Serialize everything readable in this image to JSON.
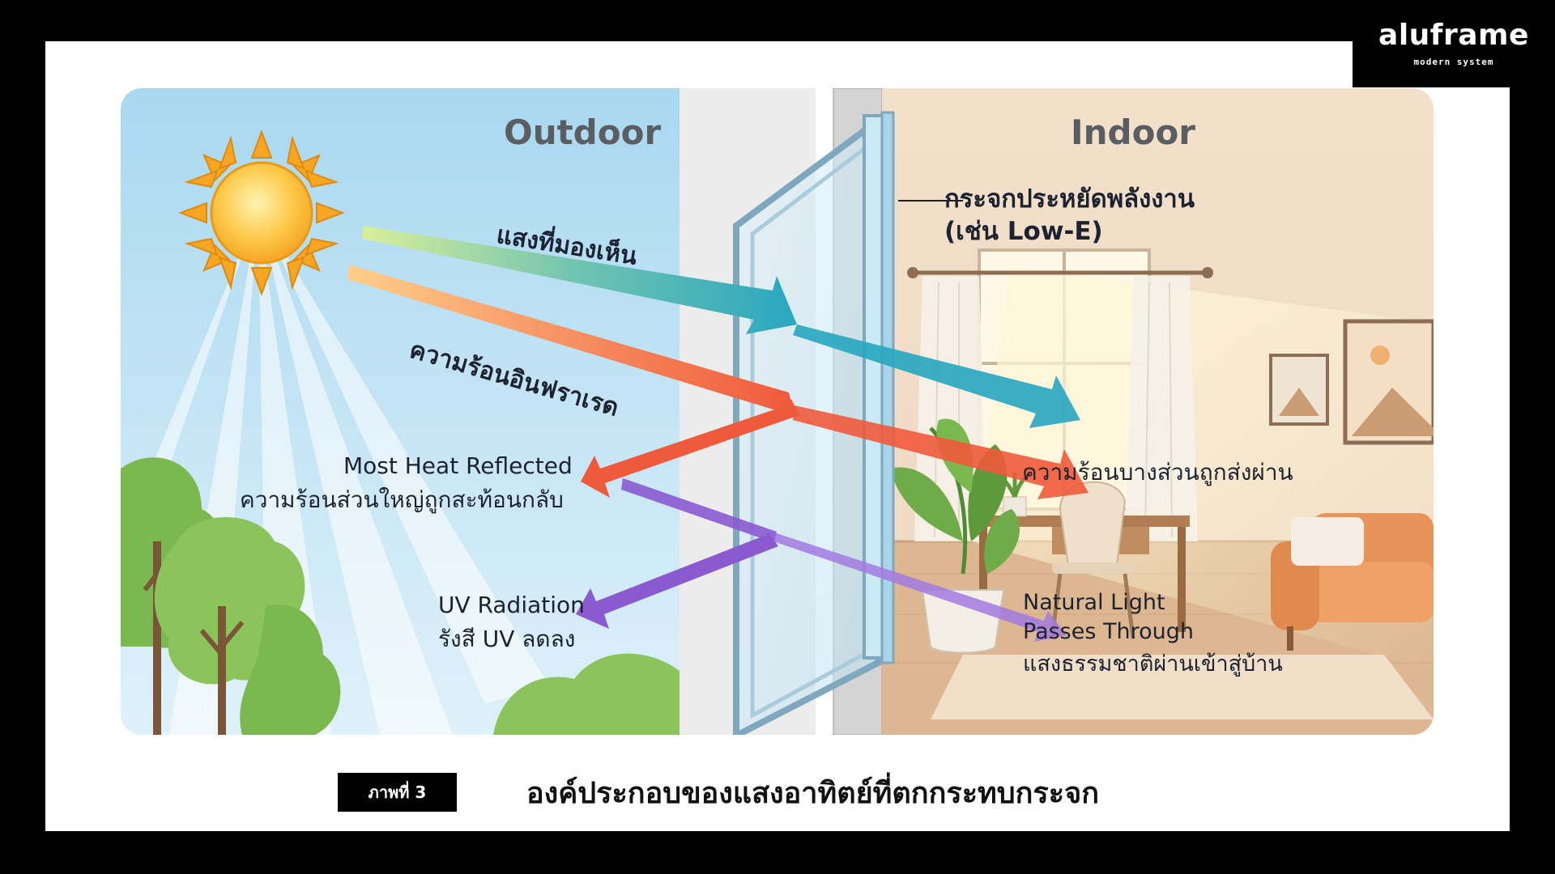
{
  "brand": {
    "name": "aluframe",
    "tagline": "modern system"
  },
  "scene": {
    "outdoor_label": "Outdoor",
    "indoor_label": "Indoor",
    "glass_label_line1": "กระจกประหยัดพลังงาน",
    "glass_label_line2": "(เช่น Low-E)",
    "visible_light_label": "แสงที่มองเห็น",
    "infrared_label": "ความร้อนอินฟราเรด",
    "reflected_en": "Most Heat Reflected",
    "reflected_th": "ความร้อนส่วนใหญ่ถูกสะท้อนกลับ",
    "uv_en": "UV Radiation",
    "uv_th": "รังสี UV ลดลง",
    "heat_passed_th": "ความร้อนบางส่วนถูกส่งผ่าน",
    "natural_light_en_line1": "Natural Light",
    "natural_light_en_line2": "Passes Through",
    "natural_light_th": "แสงธรรมชาติผ่านเข้าสู่บ้าน"
  },
  "caption": {
    "badge": "ภาพที่ 3",
    "title": "องค์ประกอบของแสงอาทิตย์ที่ตกกระทบกระจก"
  },
  "colors": {
    "visible_light": "#2aa7c0",
    "infrared": "#ef5a3c",
    "uv": "#8a5ad0",
    "sky": "#bfe2f4",
    "room": "#f3e2cf"
  },
  "icons": [
    "sun-icon",
    "tree-icon",
    "plant-icon",
    "sofa-icon",
    "window-icon",
    "chair-icon",
    "desk-icon",
    "frame-icon",
    "curtain-icon"
  ]
}
